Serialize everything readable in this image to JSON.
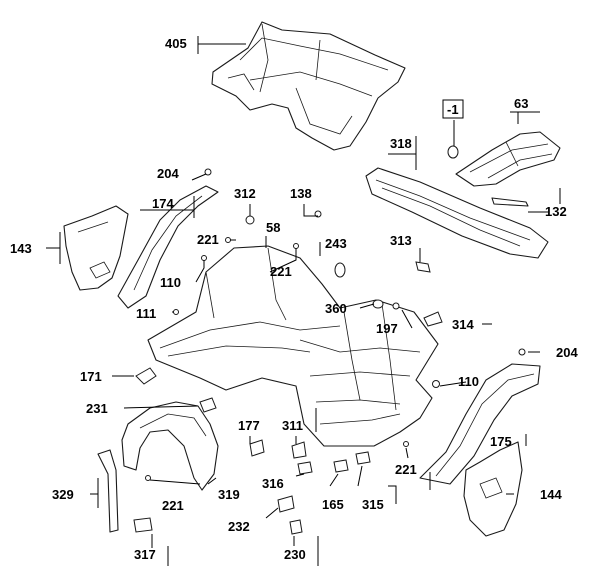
{
  "diagram": {
    "callouts": [
      {
        "id": "p405",
        "label": "405"
      },
      {
        "id": "p63",
        "label": "63"
      },
      {
        "id": "p1",
        "label": "-1",
        "boxed": true
      },
      {
        "id": "p318",
        "label": "318"
      },
      {
        "id": "p132",
        "label": "132"
      },
      {
        "id": "p204a",
        "label": "204"
      },
      {
        "id": "p174",
        "label": "174"
      },
      {
        "id": "p312",
        "label": "312"
      },
      {
        "id": "p138",
        "label": "138"
      },
      {
        "id": "p143",
        "label": "143"
      },
      {
        "id": "p221a",
        "label": "221"
      },
      {
        "id": "p58",
        "label": "58"
      },
      {
        "id": "p243",
        "label": "243"
      },
      {
        "id": "p313",
        "label": "313"
      },
      {
        "id": "p110a",
        "label": "110"
      },
      {
        "id": "p221b",
        "label": "221"
      },
      {
        "id": "p111",
        "label": "111"
      },
      {
        "id": "p360",
        "label": "360"
      },
      {
        "id": "p197",
        "label": "197"
      },
      {
        "id": "p314",
        "label": "314"
      },
      {
        "id": "p204b",
        "label": "204"
      },
      {
        "id": "p171",
        "label": "171"
      },
      {
        "id": "p110b",
        "label": "110"
      },
      {
        "id": "p231",
        "label": "231"
      },
      {
        "id": "p177",
        "label": "177"
      },
      {
        "id": "p311",
        "label": "311"
      },
      {
        "id": "p175",
        "label": "175"
      },
      {
        "id": "p221c",
        "label": "221"
      },
      {
        "id": "p316",
        "label": "316"
      },
      {
        "id": "p329",
        "label": "329"
      },
      {
        "id": "p221d",
        "label": "221"
      },
      {
        "id": "p319",
        "label": "319"
      },
      {
        "id": "p165",
        "label": "165"
      },
      {
        "id": "p315",
        "label": "315"
      },
      {
        "id": "p144",
        "label": "144"
      },
      {
        "id": "p232",
        "label": "232"
      },
      {
        "id": "p317",
        "label": "317"
      },
      {
        "id": "p230",
        "label": "230"
      }
    ]
  }
}
